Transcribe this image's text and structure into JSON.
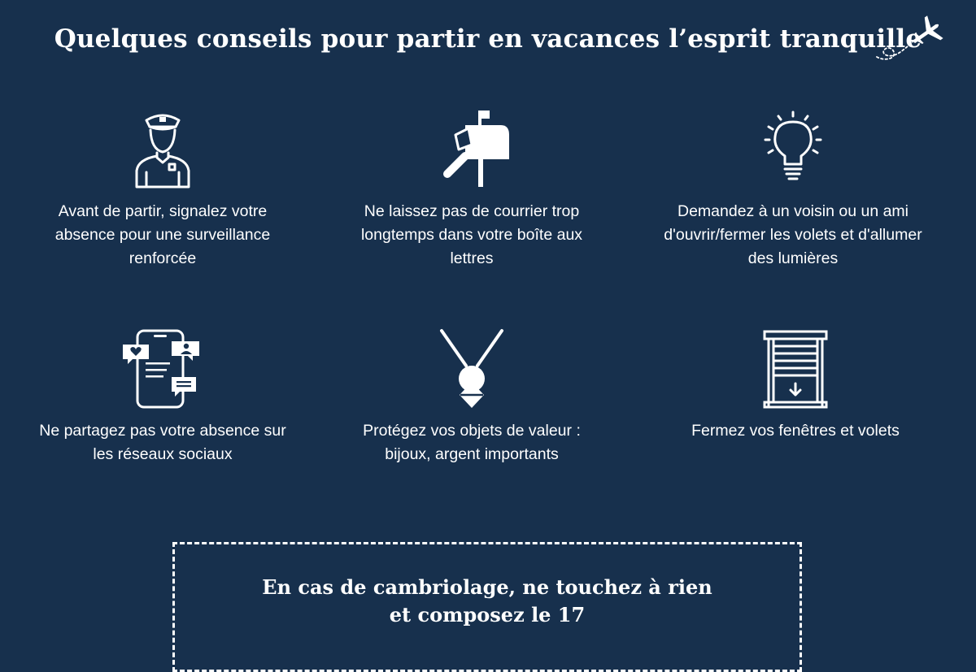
{
  "header": {
    "title": "Quelques conseils pour partir en vacances l’esprit tranquille",
    "icon": "airplane-icon"
  },
  "tips": [
    {
      "icon": "police-officer-icon",
      "text": "Avant de partir, signalez votre absence pour une surveillance renforcée"
    },
    {
      "icon": "mailbox-icon",
      "text": "Ne laissez pas de courrier trop longtemps dans votre boîte aux lettres"
    },
    {
      "icon": "light-bulb-icon",
      "text": "Demandez à un voisin ou un ami d'ouvrir/fermer les volets et d'allumer des lumières"
    },
    {
      "icon": "smartphone-social-icon",
      "text": "Ne partagez pas votre absence sur les réseaux sociaux"
    },
    {
      "icon": "necklace-icon",
      "text": "Protégez vos objets de valeur : bijoux, argent importants"
    },
    {
      "icon": "window-shutter-icon",
      "text": "Fermez vos fenêtres et volets"
    }
  ],
  "alert": {
    "line1": "En cas de cambriolage, ne touchez à rien",
    "line2": "et composez le 17"
  },
  "colors": {
    "background": "#17304d",
    "foreground": "#ffffff"
  }
}
